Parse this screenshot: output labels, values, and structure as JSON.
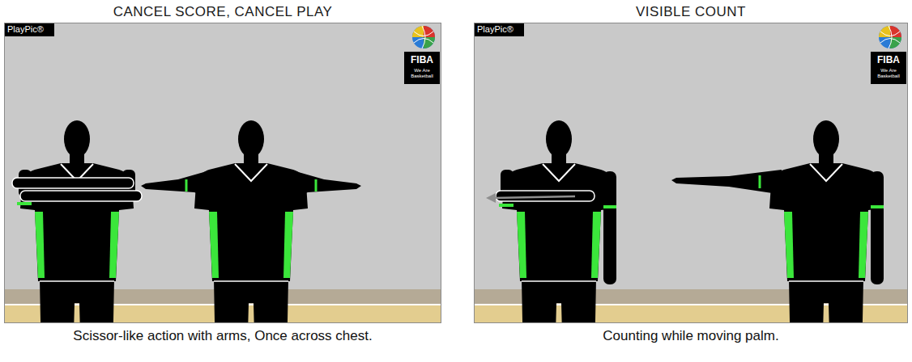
{
  "diagram": {
    "labels": [
      "CANCEL SCORE, CANCEL PLAY",
      "VISIBLE COUNT",
      "PlayPic®",
      "FIBA",
      "We Are Basketball",
      "PlayPic®",
      "FIBA",
      "We Are Basketball",
      "Scissor-like action with arms, Once across chest.",
      "Counting while moving palm."
    ]
  }
}
